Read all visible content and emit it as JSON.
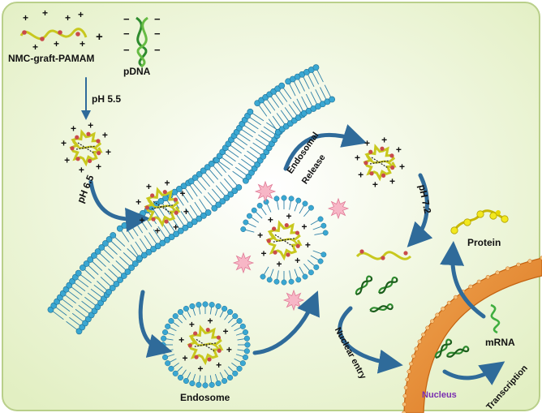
{
  "labels": {
    "polymer": "NMC-graft-PAMAM",
    "pdna": "pDNA",
    "ph55": "pH 5.5",
    "ph65": "pH 6.5",
    "ph72": "pH 7.2",
    "endosomal": "Endosomal",
    "release": "Release",
    "endosome": "Endosome",
    "protein": "Protein",
    "mrna": "mRNA",
    "nuclear_entry": "Nuclear entry",
    "nucleus": "Nucleus",
    "transcription": "Transcription"
  },
  "symbols": {
    "plus": "+",
    "minus": "−"
  },
  "colors": {
    "background": "#eaf3cf",
    "membrane_head": "#3aa7d2",
    "arrow": "#2f6b9a",
    "polymer": "#c8c81e",
    "dna": "#2e8b2e",
    "nucleus_membrane": "#e58a2c",
    "nucleus_text": "#7a2fb0",
    "protein": "#f2e81e",
    "burst": "#f7b6c6"
  }
}
